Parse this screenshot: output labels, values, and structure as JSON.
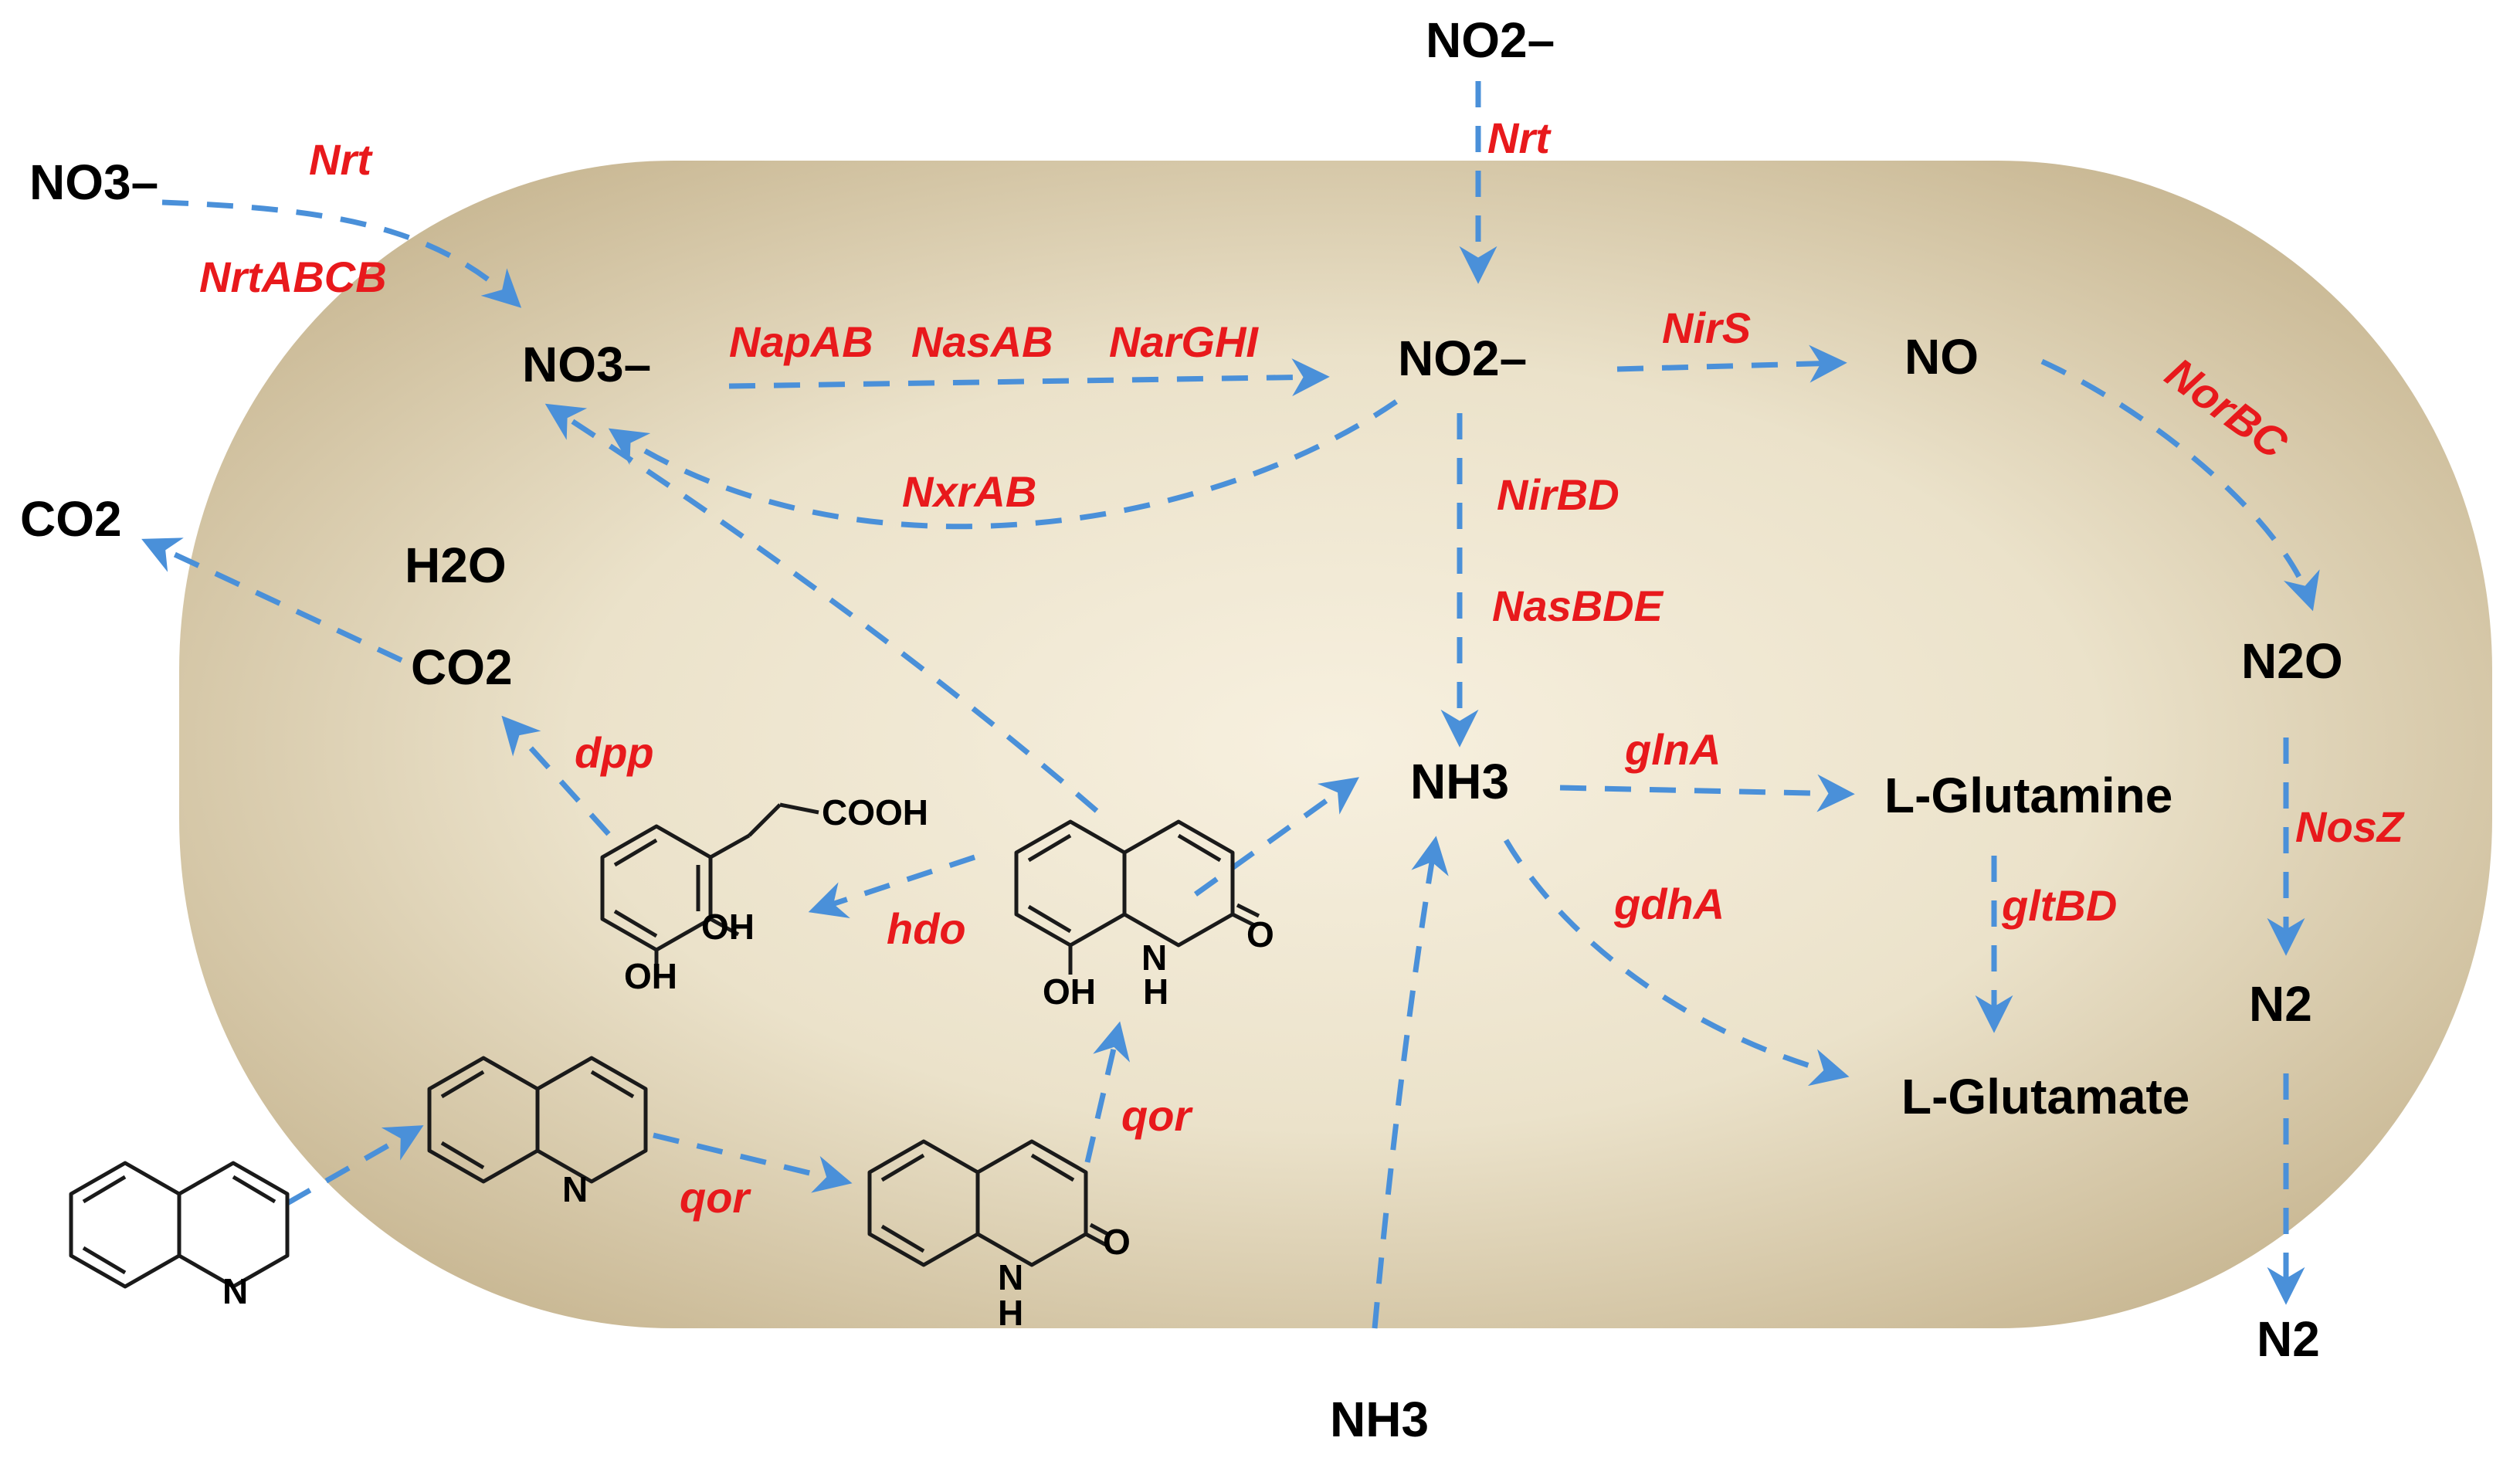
{
  "colors": {
    "arrow": "#4a90d9",
    "enzyme": "#e8191c",
    "cell_fill": "#e6dcc4",
    "molecule": "#000000"
  },
  "molecules": {
    "no3_ext": "NO3–",
    "no2_ext": "NO2–",
    "no3_int": "NO3–",
    "no2_int": "NO2–",
    "no": "NO",
    "n2o": "N2O",
    "n2_int": "N2",
    "n2_ext": "N2",
    "nh3_int": "NH3",
    "nh3_ext": "NH3",
    "co2_ext": "CO2",
    "co2_int": "CO2",
    "h2o": "H2O",
    "l_glutamine": "L-Glutamine",
    "l_glutamate": "L-Glutamate"
  },
  "enzymes": {
    "nrt_left": "Nrt",
    "nrtabcb": "NrtABCB",
    "nrt_top": "Nrt",
    "napab": "NapAB",
    "nasab": "NasAB",
    "narghi": "NarGHI",
    "nirs": "NirS",
    "norbc": "NorBC",
    "nxrab": "NxrAB",
    "nirbd": "NirBD",
    "nasbde": "NasBDE",
    "nosz": "NosZ",
    "glna": "glnA",
    "gdha": "gdhA",
    "gltbd": "gltBD",
    "dpp": "dpp",
    "hdo": "hdo",
    "qor_1": "qor",
    "qor_2": "qor"
  },
  "structure_labels": {
    "quinoline_ext_n": "N",
    "quinoline_int_n": "N",
    "quinolinone_nh": "N",
    "quinolinone_h": "H",
    "quinolinone_o": "O",
    "hq_nh": "N",
    "hq_h": "H",
    "hq_o": "O",
    "hq_oh": "OH",
    "acid_cooh": "COOH",
    "acid_oh1": "OH",
    "acid_oh2": "OH"
  }
}
